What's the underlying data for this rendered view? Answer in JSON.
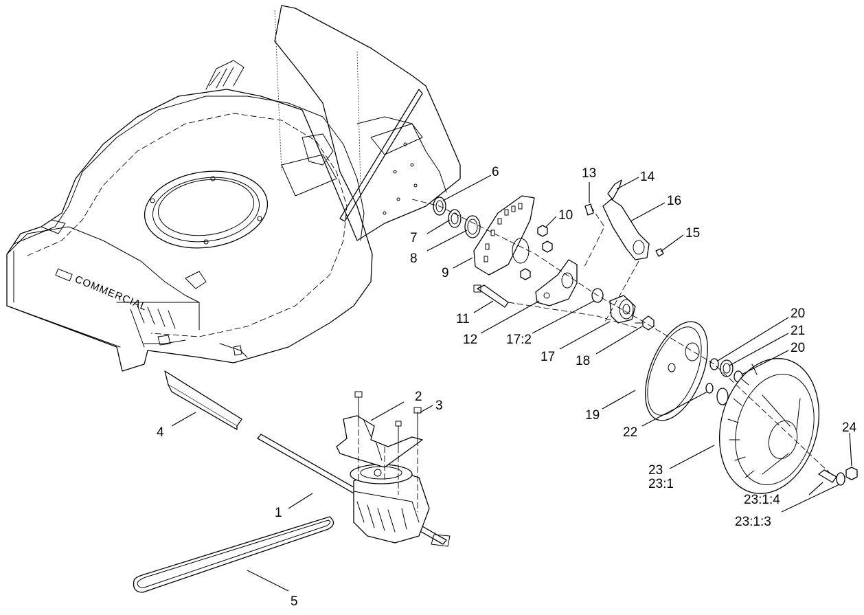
{
  "deck": {
    "brand_text": "COMMERCIAL"
  },
  "callouts": [
    {
      "id": "c1",
      "text": "1"
    },
    {
      "id": "c2",
      "text": "2"
    },
    {
      "id": "c3",
      "text": "3"
    },
    {
      "id": "c4",
      "text": "4"
    },
    {
      "id": "c5",
      "text": "5"
    },
    {
      "id": "c6",
      "text": "6"
    },
    {
      "id": "c7",
      "text": "7"
    },
    {
      "id": "c8",
      "text": "8"
    },
    {
      "id": "c9",
      "text": "9"
    },
    {
      "id": "c10",
      "text": "10"
    },
    {
      "id": "c11",
      "text": "11"
    },
    {
      "id": "c12",
      "text": "12"
    },
    {
      "id": "c13",
      "text": "13"
    },
    {
      "id": "c14",
      "text": "14"
    },
    {
      "id": "c15",
      "text": "15"
    },
    {
      "id": "c16",
      "text": "16"
    },
    {
      "id": "c17-2",
      "text": "17:2"
    },
    {
      "id": "c17",
      "text": "17"
    },
    {
      "id": "c18",
      "text": "18"
    },
    {
      "id": "c19",
      "text": "19"
    },
    {
      "id": "c20a",
      "text": "20"
    },
    {
      "id": "c21",
      "text": "21"
    },
    {
      "id": "c20b",
      "text": "20"
    },
    {
      "id": "c22",
      "text": "22"
    },
    {
      "id": "c23",
      "text": "23"
    },
    {
      "id": "c23-1",
      "text": "23:1"
    },
    {
      "id": "c23-1-4",
      "text": "23:1:4"
    },
    {
      "id": "c23-1-3",
      "text": "23:1:3"
    },
    {
      "id": "c24",
      "text": "24"
    }
  ]
}
